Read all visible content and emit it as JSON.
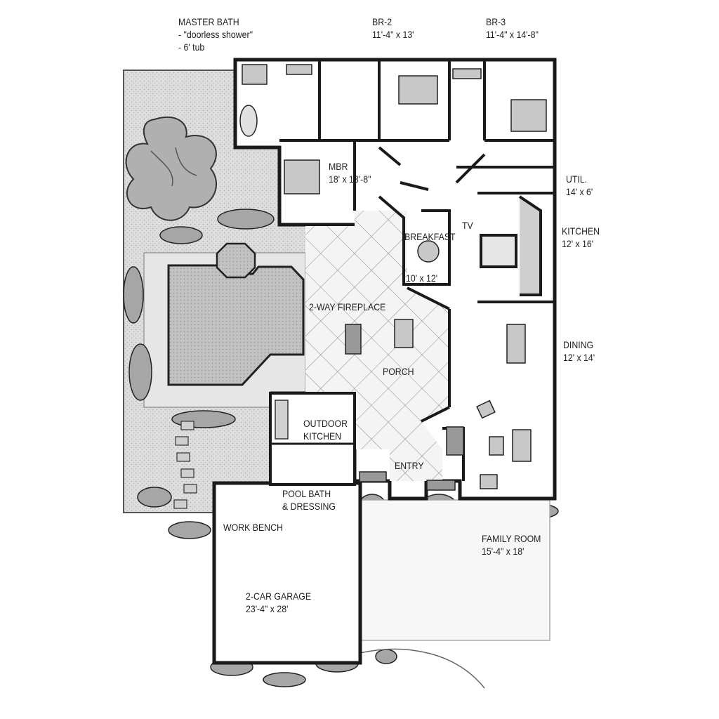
{
  "plan": {
    "master_bath": {
      "name": "MASTER BATH",
      "notes": [
        "- \"doorless shower\"",
        "- 6' tub"
      ]
    },
    "rooms": {
      "br2": {
        "name": "BR-2",
        "size": "11'-4\" x 13'"
      },
      "br3": {
        "name": "BR-3",
        "size": "11'-4\" x 14'-8\""
      },
      "mbr": {
        "name": "MBR",
        "size": "18' x 13'-8\""
      },
      "util": {
        "name": "UTIL.",
        "size": "14' x 6'"
      },
      "kitchen": {
        "name": "KITCHEN",
        "size": "12' x 16'"
      },
      "breakfast": {
        "name": "BREAKFAST",
        "size": "10' x 12'"
      },
      "tv": {
        "name": "TV"
      },
      "fireplace": {
        "name": "2-WAY FIREPLACE"
      },
      "dining": {
        "name": "DINING",
        "size": "12' x 14'"
      },
      "porch": {
        "name": "PORCH"
      },
      "outdoor_kitchen": {
        "line1": "OUTDOOR",
        "line2": "KITCHEN"
      },
      "entry": {
        "name": "ENTRY"
      },
      "pool_bath": {
        "line1": "POOL BATH",
        "line2": "& DRESSING"
      },
      "work_bench": {
        "name": "WORK BENCH"
      },
      "family_room": {
        "name": "FAMILY ROOM",
        "size": "15'-4\" x 18'"
      },
      "garage": {
        "name": "2-CAR GARAGE",
        "size": "23'-4\" x 28'"
      }
    },
    "colors": {
      "wall": "#1a1a1a",
      "yard": "#d9d9d9",
      "pool": "#b8b8b8",
      "tree": "#9a9a9a",
      "floor": "#ffffff"
    }
  }
}
